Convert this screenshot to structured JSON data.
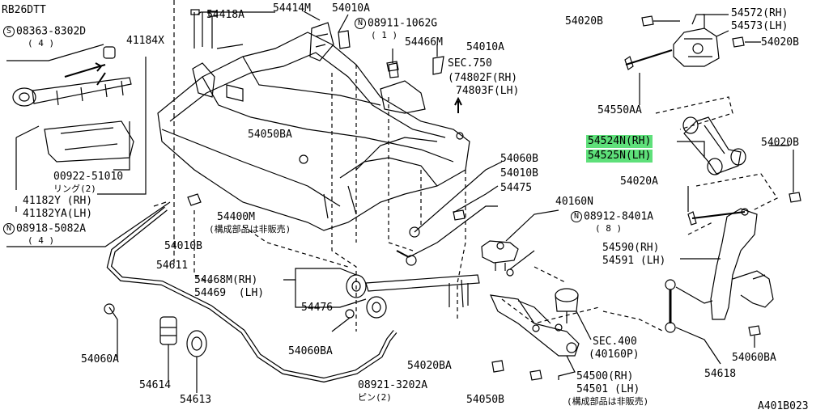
{
  "header": {
    "engine": "RB26DTT",
    "figure_code": "A401B023"
  },
  "parts": {
    "p54418A": "54418A",
    "p54414M": "54414M",
    "p54010A_top": "54010A",
    "n_bolt1": "N",
    "p08911": "08911-1062G",
    "p08911_qty": "( 1 )",
    "p54466M": "54466M",
    "p54010A_mid": "54010A",
    "sec750": "SEC.750",
    "p74802F": "(74802F(RH)",
    "p74803F": "74803F(LH)",
    "s_bolt": "S",
    "p08363": "08363-8302D",
    "p08363_qty": "( 4 )",
    "p41184X": "41184X",
    "p54050BA": "54050BA",
    "p00922": "00922-51010",
    "ring2": "リング(2)",
    "p41182Y": "41182Y (RH)",
    "p41182YA": "41182YA(LH)",
    "n_bolt2": "N",
    "p08918": "08918-5082A",
    "p08918_qty": "( 4 )",
    "p54010B_left": "54010B",
    "p54400M": "54400M",
    "p54400M_note": "(構成部品は非販売)",
    "p54060B": "54060B",
    "p54010B_mid": "54010B",
    "p54475": "54475",
    "p40160N": "40160N",
    "n_bolt3": "N",
    "p08912": "08912-8401A",
    "p08912_qty": "( 8 )",
    "p54611": "54611",
    "p54468M": "54468M(RH)",
    "p54469": "54469  (LH)",
    "p54476": "54476",
    "p54060BA_mid": "54060BA",
    "p54060A": "54060A",
    "p54614": "54614",
    "p54613": "54613",
    "p54020BA": "54020BA",
    "p08921": "08921-3202A",
    "pin2": "ピン(2)",
    "p54050B": "54050B",
    "sec400": "SEC.400",
    "p40160P": "(40160P)",
    "p54500": "54500(RH)",
    "p54501": "54501 (LH)",
    "p54501_note": "(構成部品は非販売)",
    "p54020B_top": "54020B",
    "p54572": "54572(RH)",
    "p54573": "54573(LH)",
    "p54020B_right": "54020B",
    "p54550AA": "54550AA",
    "p54524N": "54524N(RH)",
    "p54525N": "54525N(LH)",
    "p54020B_far": "54020B",
    "p54020A": "54020A",
    "p54590": "54590(RH)",
    "p54591": "54591 (LH)",
    "p54060BA_right": "54060BA",
    "p54618": "54618"
  },
  "colors": {
    "highlight": "#5ee07a",
    "ink": "#000000"
  }
}
